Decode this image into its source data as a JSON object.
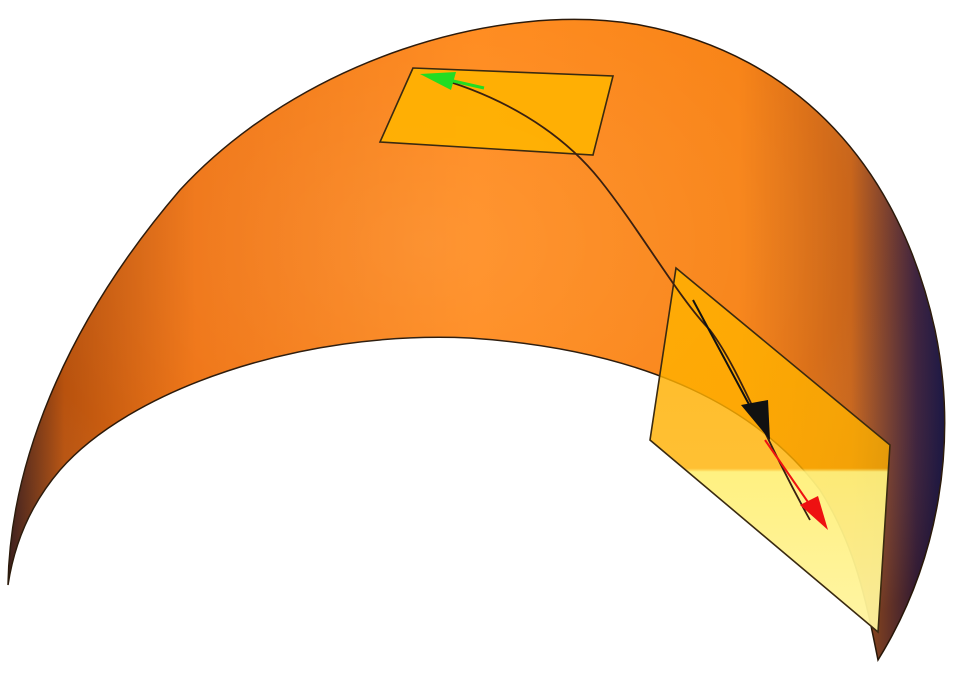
{
  "figure": {
    "kind": "3d surface with tangent planes and transported vectors",
    "colors": {
      "background": "#ffffff",
      "surface_light": "#ff8a1a",
      "surface_mid": "#f07818",
      "surface_dark": "#1a1040",
      "tangent_plane": "#ffb400",
      "tangent_plane_highlight": "#fff59a",
      "outline": "#3a2a10",
      "start_vector": "#22dd22",
      "transported_vector": "#111111",
      "parallel_vector": "#ee1111",
      "curve": "#3a2010"
    },
    "elements": [
      "curved-surface",
      "tangent-plane-start",
      "tangent-plane-end",
      "path-curve",
      "start-vector-arrow",
      "transported-vector-arrow",
      "parallel-vector-arrow"
    ]
  }
}
